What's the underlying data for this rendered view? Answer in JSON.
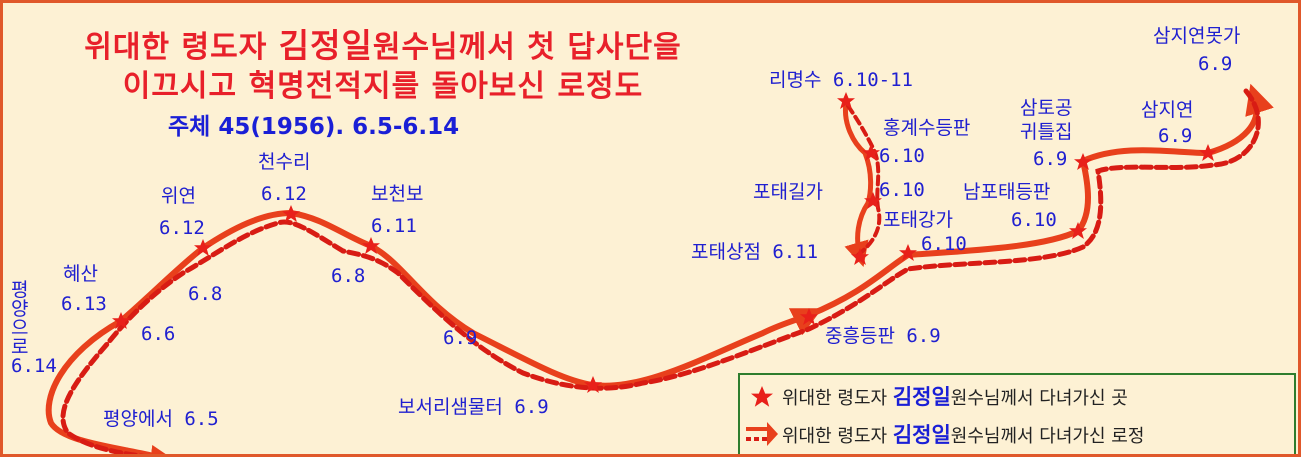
{
  "title": {
    "line1_pre": "위대한 령도자 ",
    "line1_name": "김정일",
    "line1_post": "원수님께서 첫 답사단을",
    "line2": "이끄시고 혁명전적지를 돌아보신 로정도",
    "date": "주체 45(1956). 6.5-6.14"
  },
  "places": {
    "pyongyang_from": "평양에서 6.5",
    "pyongyang_to": "평양으로6.14",
    "hyesan": "혜산",
    "hyesan_date": "6.13",
    "hyesan_6_6": "6.6",
    "hyesan_6_8": "6.8",
    "wiyon": "위연",
    "wiyon_date": "6.12",
    "chonsuri": "천수리",
    "chonsuri_date": "6.12",
    "pochonbo": "보천보",
    "pochonbo_date": "6.11",
    "pochonbo_6_8": "6.8",
    "seg_6_9": "6.9",
    "bosori": "보서리샘물터 6.9",
    "junghung": "중흥등판 6.9",
    "potae_store": "포태상점 6.11",
    "potae_river": "포태길가",
    "potae_river_date": "6.10",
    "rimyongsu": "리명수 6.10-11",
    "honggyesu": "홍계수등판",
    "honggyesu_date": "6.10",
    "potaegang": "포태강가",
    "potaegang_date": "6.10",
    "nampotae": "남포태등판",
    "nampotae_date": "6.10",
    "samtogong": "삼토공",
    "samtogong_2": "귀틀집",
    "samtogong_date": "6.9",
    "samjiyon": "삼지연",
    "samjiyon_date": "6.9",
    "samjiyon_pond": "삼지연못가",
    "samjiyon_pond_date": "6.9"
  },
  "legend": {
    "row1_pre": "위대한 령도자 ",
    "row1_name": "김정일",
    "row1_post": "원수님께서 다녀가신 곳",
    "row2_pre": "위대한 령도자 ",
    "row2_name": "김정일",
    "row2_post": "원수님께서 다녀가신 로정"
  },
  "colors": {
    "route": "#e8401c",
    "star": "#e8201a",
    "label": "#2020d0",
    "title": "#e8202a",
    "border": "#e0582a",
    "legend_border": "#2e7d2e"
  }
}
